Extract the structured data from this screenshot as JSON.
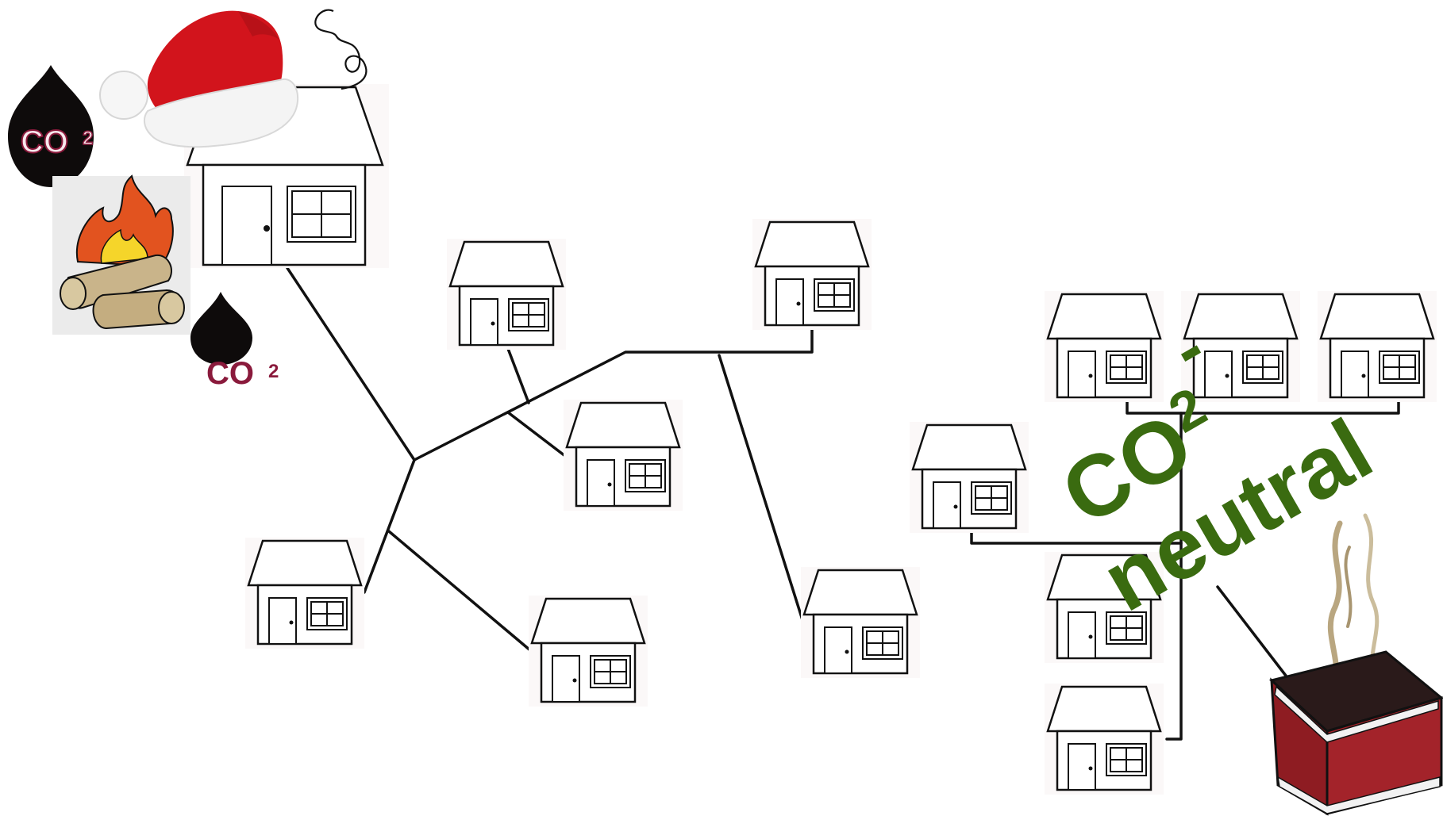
{
  "labels": {
    "drop_co2_large_main": "CO",
    "drop_co2_large_sub": "2",
    "drop_co2_small_main": "CO",
    "drop_co2_small_sub": "2",
    "neutral_co2_main": "CO",
    "neutral_co2_sub": "2",
    "neutral_dash": "-",
    "neutral_word": "neutral"
  },
  "colors": {
    "co2_red": "#8a1a3c",
    "neutral_green": "#3a6b10",
    "santa_hat_red": "#d2141c",
    "flame_orange": "#e2531f",
    "flame_yellow": "#f5d52a",
    "log_tan": "#c9b48a",
    "box_red": "#8e1c22",
    "smoke": "#b9a680"
  },
  "icons": [
    "santa-hat-icon",
    "co2-drop-icon",
    "campfire-icon",
    "smoke-box-icon",
    "house-icon"
  ]
}
